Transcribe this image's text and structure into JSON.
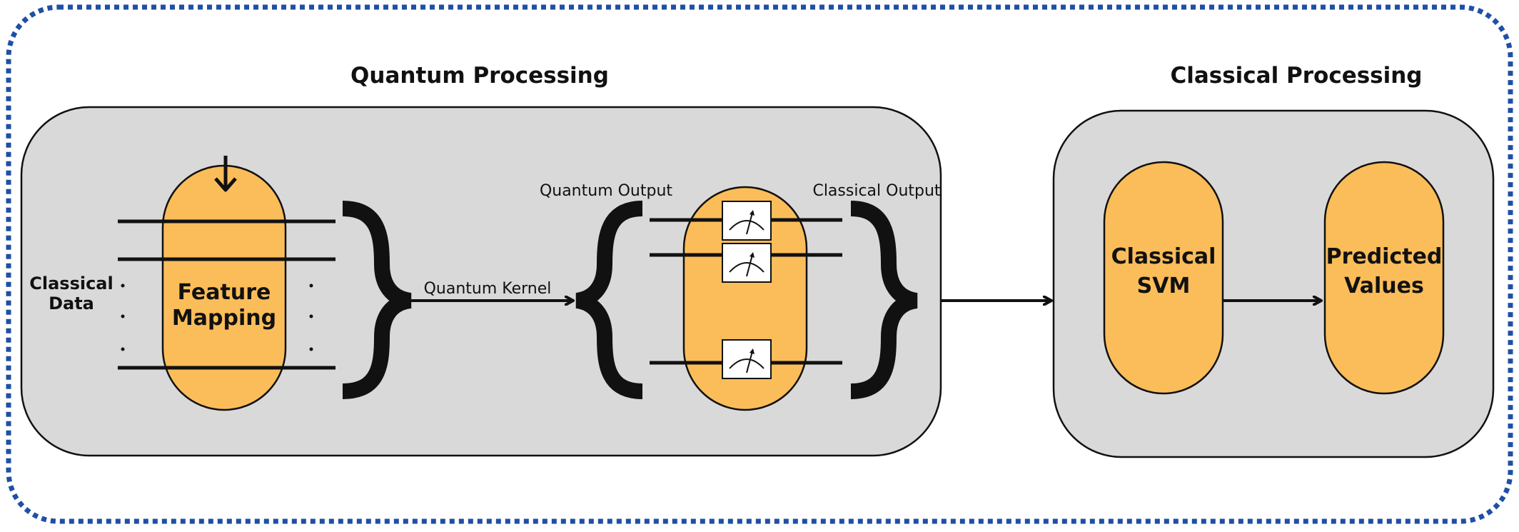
{
  "headings": {
    "quantum": "Quantum Processing",
    "classical": "Classical Processing"
  },
  "labels": {
    "classical_data_line1": "Classical",
    "classical_data_line2": "Data",
    "feature_mapping_line1": "Feature",
    "feature_mapping_line2": "Mapping",
    "quantum_kernel": "Quantum Kernel",
    "quantum_output": "Quantum Output",
    "classical_output": "Classical Output",
    "classical_svm_line1": "Classical",
    "classical_svm_line2": "SVM",
    "predicted_values_line1": "Predicted",
    "predicted_values_line2": "Values"
  },
  "colors": {
    "outer_dotted_border": "#1f4fa6",
    "panel_fill": "#d9d9d9",
    "capsule_fill": "#fbbd5a",
    "stroke": "#111111"
  },
  "icons": {
    "meter": "measurement-meter-icon",
    "arrow": "arrow-right-icon"
  }
}
